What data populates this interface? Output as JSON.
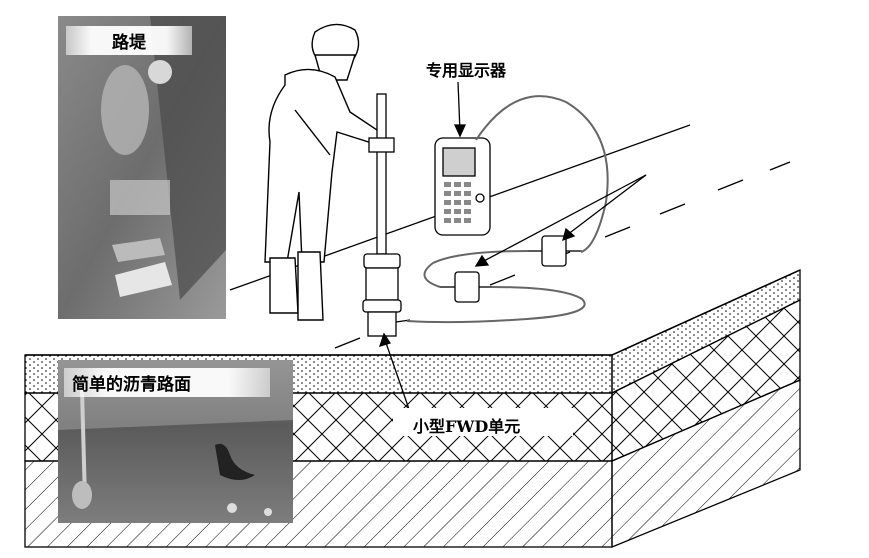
{
  "photos": {
    "embankment": {
      "label": "路堤"
    },
    "asphalt": {
      "label": "简单的沥青路面"
    }
  },
  "callouts": {
    "display": "专用显示器",
    "fwd_unit": "小型FWD单元"
  }
}
